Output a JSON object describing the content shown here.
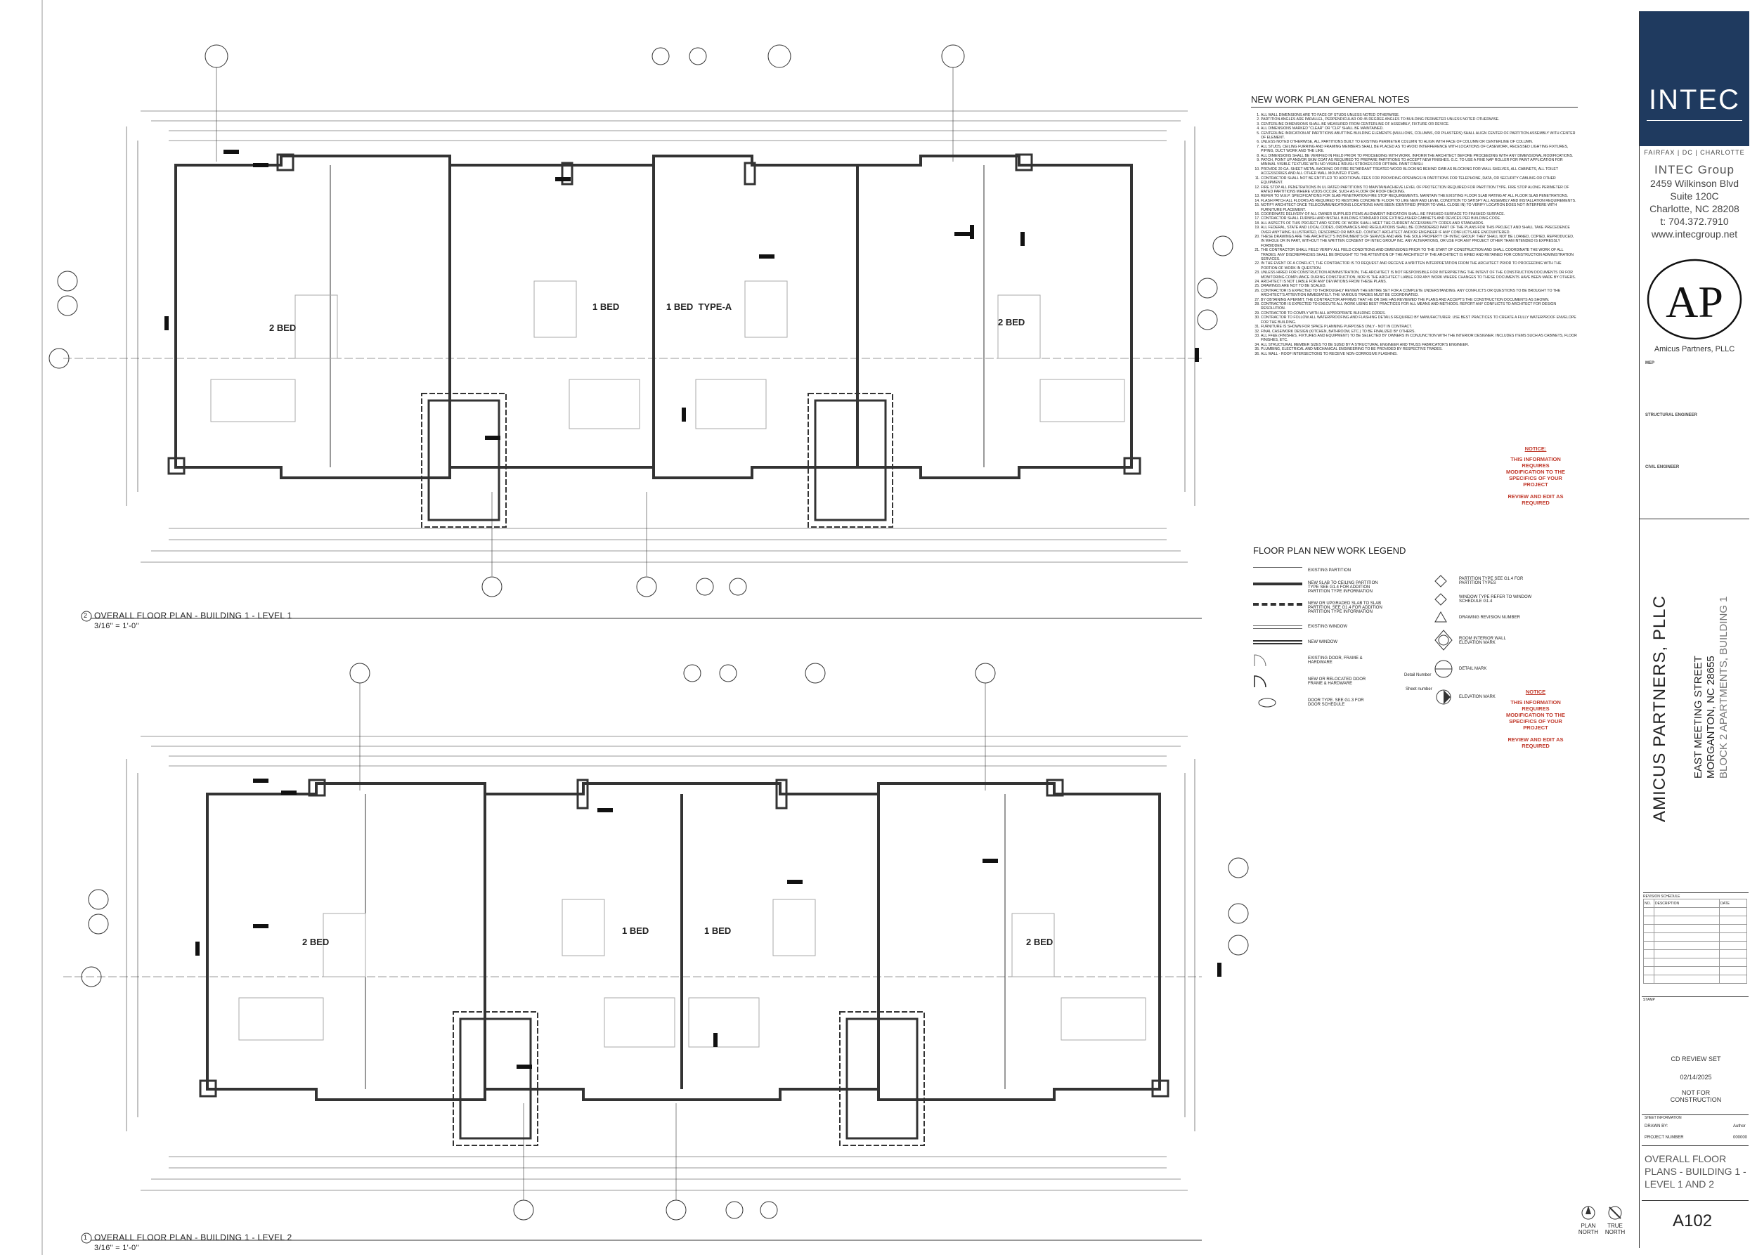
{
  "plans": [
    {
      "title": "OVERALL FLOOR PLAN - BUILDING 1 - LEVEL 1",
      "scale": "3/16\" = 1'-0\"",
      "number": "2",
      "rooms": [
        "2 BED",
        "1 BED",
        "1 BED  TYPE-A",
        "2 BED"
      ]
    },
    {
      "title": "OVERALL FLOOR PLAN - BUILDING 1 - LEVEL 2",
      "scale": "3/16\" = 1'-0\"",
      "number": "1",
      "rooms": [
        "2 BED",
        "1 BED",
        "1 BED",
        "2 BED"
      ]
    }
  ],
  "notes": {
    "title": "NEW WORK PLAN GENERAL NOTES",
    "items": [
      "ALL WALL DIMENSIONS ARE TO FACE OF STUDS UNLESS NOTED OTHERWISE.",
      "PARTITION ANGLES ARE PARALLEL, PERPENDICULAR OR 45 DEGREE ANGLES TO BUILDING PERIMETER UNLESS NOTED OTHERWISE.",
      "CENTERLINE DIMENSIONS SHALL BE MEASURED FROM CENTERLINE OF ASSEMBLY, FIXTURE OR DEVICE.",
      "ALL DIMENSIONS MARKED \"CLEAR\" OR \"CLR\" SHALL BE MAINTAINED.",
      "CENTERLINE INDICATION AT PARTITIONS ABUTTING BUILDING ELEMENTS (MULLIONS, COLUMNS, OR PILASTERS) SHALL ALIGN CENTER OF PARTITION ASSEMBLY WITH CENTER OF ELEMENT.",
      "UNLESS NOTED OTHERWISE, ALL PARTITIONS BUILT TO EXISTING PERIMETER COLUMN TO ALIGN WITH FACE OF COLUMN OR CENTERLINE OF COLUMN.",
      "ALL STUDS, CEILING FURRING AND FRAMING MEMBERS SHALL BE PLACED AS TO AVOID INTERFERENCE WITH LOCATIONS OF CASEWORK, RECESSED LIGHTING FIXTURES, PIPING, DUCT WORK AND THE LIKE.",
      "ALL DIMENSIONS SHALL BE VERIFIED IN FIELD PRIOR TO PROCEEDING WITH WORK. INFORM THE ARCHITECT BEFORE PROCEEDING WITH ANY DIMENSIONAL MODIFICATIONS.",
      "PATCH, POINT UP AND/OR SKIM COAT AS REQUIRED TO PREPARE PARTITIONS TO ACCEPT NEW FINISHES. G.C. TO USE A FINE NAP ROLLER FOR PAINT APPLICATION FOR MINIMAL VISIBLE TEXTURE WITH NO VISIBLE BRUSH STROKES FOR OPTIMAL PAINT FINISH.",
      "PROVIDE 20 GA. SHEET METAL BACKING OR FIRE RETARDANT TREATED WOOD BLOCKING BEHIND GWB AS BLOCKING FOR WALL SHELVES, ALL CABINETS, ALL TOILET ACCESSORIES AND ALL OTHER WALL MOUNTED ITEMS.",
      "CONTRACTOR SHALL NOT BE ENTITLED TO ADDITIONAL FEES FOR PROVIDING OPENINGS IN PARTITIONS FOR TELEPHONE, DATA, OR SECURITY CABLING OR OTHER EQUIPMENT.",
      "FIRE STOP ALL PENETRATIONS IN UL RATED PARTITIONS TO MAINTAIN/ACHIEVE LEVEL OF PROTECTION REQUIRED FOR PARTITION TYPE. FIRE STOP ALONG PERIMETER OF RATED PARTITIONS WHERE VOIDS OCCUR, SUCH AS FLOOR OR ROOF DECKING.",
      "REFER TO M.E.P. SPECIFICATIONS FOR SLAB PENETRATION FIRE STOP REQUIREMENTS. MAINTAIN THE EXISTING FLOOR SLAB RATING AT ALL FLOOR SLAB PENETRATIONS.",
      "FLASH PATCH ALL FLOORS AS REQUIRED TO RESTORE CONCRETE FLOOR TO LIKE NEW AND LEVEL CONDITION TO SATISFY ALL ASSEMBLY AND INSTALLATION REQUIREMENTS.",
      "NOTIFY ARCHITECT ONCE TELECOMMUNICATIONS LOCATIONS HAVE BEEN IDENTIFIED (PRIOR TO WALL CLOSE IN) TO VERIFY LOCATION DOES NOT INTERFERE WITH FURNITURE PLACEMENT.",
      "COORDINATE DELIVERY OF ALL OWNER SUPPLIED ITEMS ALIGNMENT INDICATION SHALL BE FINISHED SURFACE TO FINISHED SURFACE.",
      "CONTRACTOR SHALL FURNISH AND INSTALL BUILDING STANDARD FIRE EXTINGUISHER CABINETS AND DEVICES PER BUILDING CODE.",
      "ALL ASPECTS OF THIS PROJECT AND SCOPE OF WORK SHALL MEET THE CURRENT ACCESSIBILITY CODES AND STANDARDS.",
      "ALL FEDERAL, STATE AND LOCAL CODES, ORDINANCES AND REGULATIONS SHALL BE CONSIDERED PART OF THE PLANS FOR THIS PROJECT AND SHALL TAKE PRECEDENCE OVER ANYTHING ILLUSTRATED, DESCRIBED OR IMPLIED. CONTACT ARCHITECT AND/OR ENGINEER IF ANY CONFLICTS ARE ENCOUNTERED.",
      "THESE DRAWINGS ARE THE ARCHITECT'S INSTRUMENTS OF SERVICE AND ARE THE SOLE PROPERTY OF INTEC GROUP. THEY SHALL NOT BE LOANED, COPIED, REPRODUCED, IN WHOLE OR IN PART, WITHOUT THE WRITTEN CONSENT OF INTEC GROUP INC. ANY ALTERATIONS, OR USE FOR ANY PROJECT OTHER THAN INTENDED IS EXPRESSLY FORBIDDEN.",
      "THE CONTRACTOR SHALL FIELD VERIFY ALL FIELD CONDITIONS AND DIMENSIONS PRIOR TO THE START OF CONSTRUCTION AND SHALL COORDINATE THE WORK OF ALL TRADES. ANY DISCREPANCIES SHALL BE BROUGHT TO THE ATTENTION OF THE ARCHITECT IF THE ARCHITECT IS HIRED AND RETAINED FOR CONSTRUCTION ADMINISTRATION SERVICES.",
      "IN THE EVENT OF A CONFLICT, THE CONTRACTOR IS TO REQUEST AND RECEIVE A WRITTEN INTERPRETATION FROM THE ARCHITECT PRIOR TO PROCEEDING WITH THE PORTION OF WORK IN QUESTION.",
      "UNLESS HIRED FOR CONSTRUCTION ADMINISTRATION, THE ARCHITECT IS NOT RESPONSIBLE FOR INTERPRETING THE INTENT OF THE CONSTRUCTION DOCUMENTS OR FOR MONITORING COMPLIANCE DURING CONSTRUCTION, NOR IS THE ARCHITECT LIABLE FOR ANY WORK WHERE CHANGES TO THESE DOCUMENTS HAVE BEEN MADE BY OTHERS.",
      "ARCHITECT IS NOT LIABLE FOR ANY DEVIATIONS FROM THESE PLANS.",
      "DRAWINGS ARE NOT TO BE SCALED.",
      "CONTRACTOR IS EXPECTED TO THOROUGHLY REVIEW THE ENTIRE SET FOR A COMPLETE UNDERSTANDING. ANY CONFLICTS OR QUESTIONS TO BE BROUGHT TO THE ARCHITECT'S ATTENTION IMMEDIATELY. THE VARIOUS TRADES MUST BE COORDINATED.",
      "BY OBTAINING A PERMIT, THE CONTRACTOR AFFIRMS THAT HE OR SHE HAS REVIEWED THE PLANS AND ACCEPTS THE CONSTRUCTION DOCUMENTS AS SHOWN.",
      "CONTRACTOR IS EXPECTED TO EXECUTE ALL WORK USING BEST PRACTICES FOR ALL MEANS AND METHODS. REPORT ANY CONFLICTS TO ARCHITECT FOR DESIGN RESOLUTION.",
      "CONTRACTOR TO COMPLY WITH ALL APPROPRIATE BUILDING CODES.",
      "CONTRACTOR TO FOLLOW ALL WATERPROOFING AND FLASHING DETAILS REQUIRED BY MANUFACTURER. USE BEST PRACTICES TO CREATE A FULLY WATERPROOF ENVELOPE FOR THE BUILDING.",
      "FURNITURE IS SHOWN FOR SPACE PLANNING PURPOSES ONLY - NOT IN CONTRACT.",
      "FINAL CASEWORK DESIGN (KITCHEN, BATHROOM, ETC.) TO BE FINALIZED BY OTHERS.",
      "ALL FF&E (FINISHES, FIXTURES AND EQUIPMENT) TO BE SELECTED BY OWNERS IN CONJUNCTION WITH THE INTERIOR DESIGNER. INCLUDES ITEMS SUCH AS CABINETS, FLOOR FINISHES, ETC.",
      "ALL STRUCTURAL MEMBER SIZES TO BE SIZED BY A STRUCTURAL ENGINEER AND TRUSS FABRICATOR'S ENGINEER.",
      "PLUMBING, ELECTRICAL AND MECHANICAL ENGINEERING TO BE PROVIDED BY RESPECTIVE TRADES.",
      "ALL WALL - ROOF INTERSECTIONS TO RECEIVE NON-CORROSIVE FLASHING."
    ]
  },
  "notice": {
    "title": "NOTICE:",
    "title2": "NOTICE",
    "body": "THIS INFORMATION REQUIRES MODIFICATION TO THE SPECIFICS OF YOUR PROJECT",
    "action": "REVIEW AND EDIT AS REQUIRED"
  },
  "legend": {
    "title": "FLOOR PLAN NEW WORK LEGEND",
    "left": [
      "EXISTING PARTITION",
      "NEW SLAB TO CEILING PARTITION TYPE SEE G1.4 FOR ADDITION PARTITION TYPE INFORMATION",
      "NEW OR UPGRADED SLAB TO SLAB PARTITION. SEE G1.4 FOR ADDITION PARTITION TYPE INFORMATION",
      "EXISTING WINDOW",
      "NEW WINDOW",
      "EXISTING DOOR, FRAME & HARDWARE",
      "NEW OR RELOCATED DOOR FRAME & HARDWARE",
      "DOOR TYPE. SEE G1.3 FOR DOOR SCHEDULE"
    ],
    "right": [
      "PARTITION TYPE SEE G1.4 FOR PARTITION TYPES",
      "WINDOW TYPE REFER TO WINDOW SCHEDULE G1.4",
      "DRAWING REVISION NUMBER",
      "ROOM INTERIOR WALL ELEVATION MARK",
      "DETAIL MARK",
      "ELEVATION MARK"
    ],
    "detail_number": "Detail Number",
    "sheet_number": "Sheet number"
  },
  "titleblock": {
    "brand": "INTEC",
    "offices": "FAIRFAX  |  DC  |  CHARLOTTE",
    "group": "INTEC Group",
    "address": [
      "2459 Wilkinson Blvd",
      "Suite 120C",
      "Charlotte, NC 28208",
      "t: 704.372.7910",
      "www.intecgroup.net"
    ],
    "partner_logo": "AP",
    "partner_name": "Amicus Partners, PLLC",
    "consultants": [
      "MEP",
      "STRUCTURAL ENGINEER",
      "CIVIL ENGINEER"
    ],
    "client": "AMICUS PARTNERS, PLLC",
    "street": "EAST MEETING STREET",
    "city": "MORGANTON, NC 28655",
    "building": "BLOCK 2 APARTMENTS, BUILDING 1",
    "revision_title": "REVISION SCHEDULE",
    "rev_cols": [
      "NO.",
      "DESCRIPTION",
      "DATE"
    ],
    "stamp": "STAMP",
    "set": "CD REVIEW SET",
    "date": "02/14/2025",
    "not_for": "NOT FOR CONSTRUCTION",
    "sheet_info": "SHEET INFORMATION",
    "drawn_by_label": "DRAWN BY:",
    "drawn_by": "Author",
    "project_number_label": "PROJECT NUMBER",
    "project_number": "000000",
    "sheet_title": "OVERALL FLOOR PLANS - BUILDING 1 - LEVEL 1 AND 2",
    "sheet_number": "A102",
    "plan_north": "PLAN NORTH",
    "true_north": "TRUE NORTH"
  }
}
